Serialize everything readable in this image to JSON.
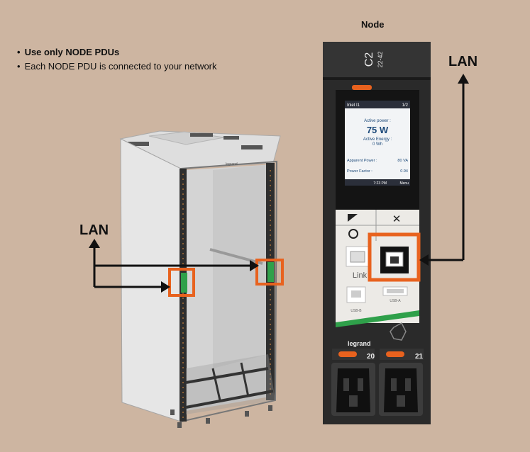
{
  "bullets": [
    "Use only NODE PDUs",
    "Each NODE PDU is connected to your network"
  ],
  "node_title": "Node",
  "lan_label_left": "LAN",
  "lan_label_right": "LAN",
  "rack": {
    "brand": "legrand"
  },
  "pdu": {
    "model": "C2",
    "range": "22-42",
    "screen": {
      "inlet": "Inlet I1",
      "page": "1/2",
      "active_power_label": "Active power :",
      "active_power_value": "75 W",
      "active_energy_label": "Active Energy :",
      "active_energy_value": "0 Wh",
      "apparent_power_label": "Apparent Power :",
      "apparent_power_value": "80 VA",
      "power_factor_label": "Power Factor :",
      "power_factor_value": "0.94",
      "time": "7:23 PM",
      "menu": "Menu"
    },
    "link_label": "Link",
    "usb_b_label": "USB-B",
    "usb_a_label": "USB-A",
    "brand": "legrand",
    "outlet_1": "20",
    "outlet_2": "21"
  },
  "colors": {
    "background": "#cdb5a1",
    "highlight": "#e8621e",
    "pdu_body": "#2a2a2a",
    "accent_green": "#2fa04a"
  }
}
